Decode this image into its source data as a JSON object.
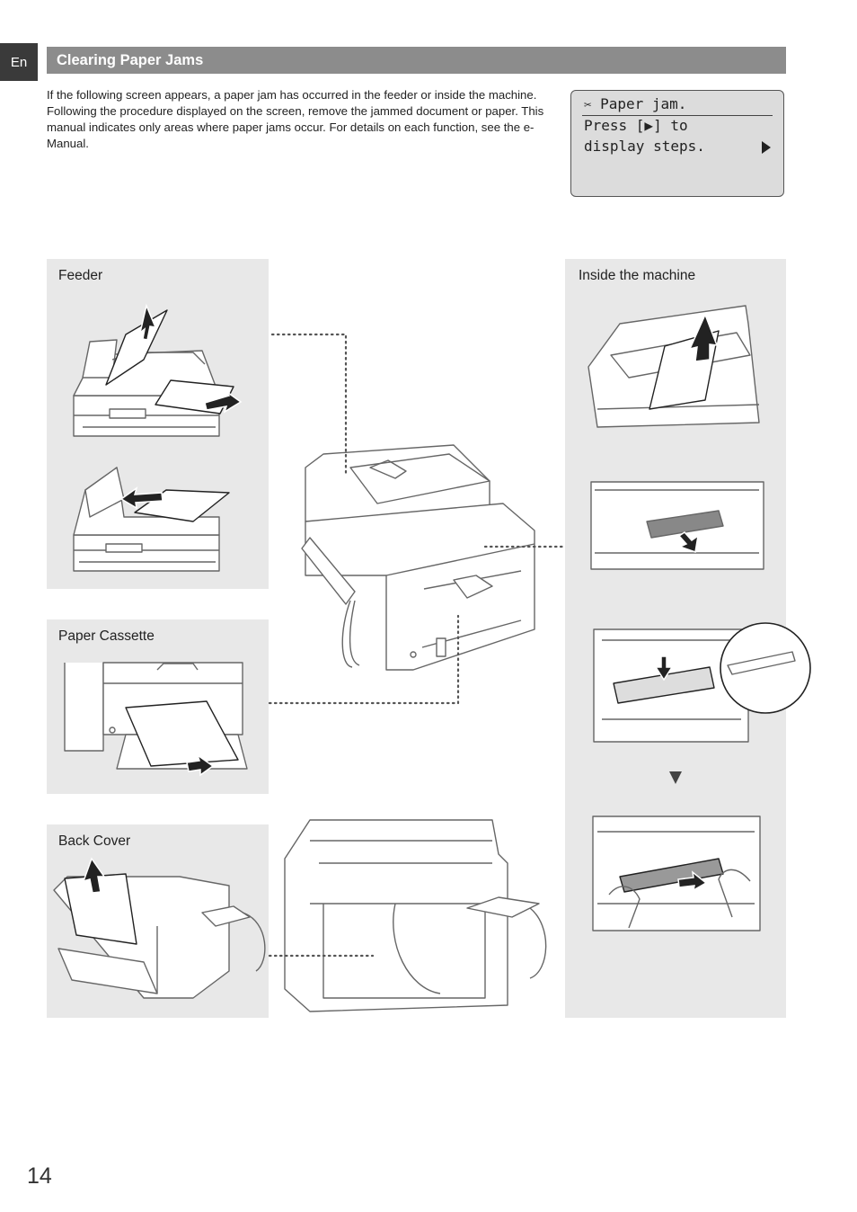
{
  "lang": "En",
  "title": "Clearing Paper Jams",
  "intro": "If the following screen appears, a paper jam has occurred in the feeder or inside the machine. Following the procedure displayed on the screen, remove the jammed document or paper. This manual indicates only areas where paper jams occur. For details on each function, see the e-Manual.",
  "lcd": {
    "icon": "paper-jam-icon",
    "line1": "Paper jam.",
    "line2": "Press [▶] to",
    "line3": "display steps."
  },
  "panels": {
    "feeder": "Feeder",
    "cassette": "Paper Cassette",
    "back_cover": "Back Cover",
    "inside": "Inside the machine"
  },
  "page_number": "14"
}
